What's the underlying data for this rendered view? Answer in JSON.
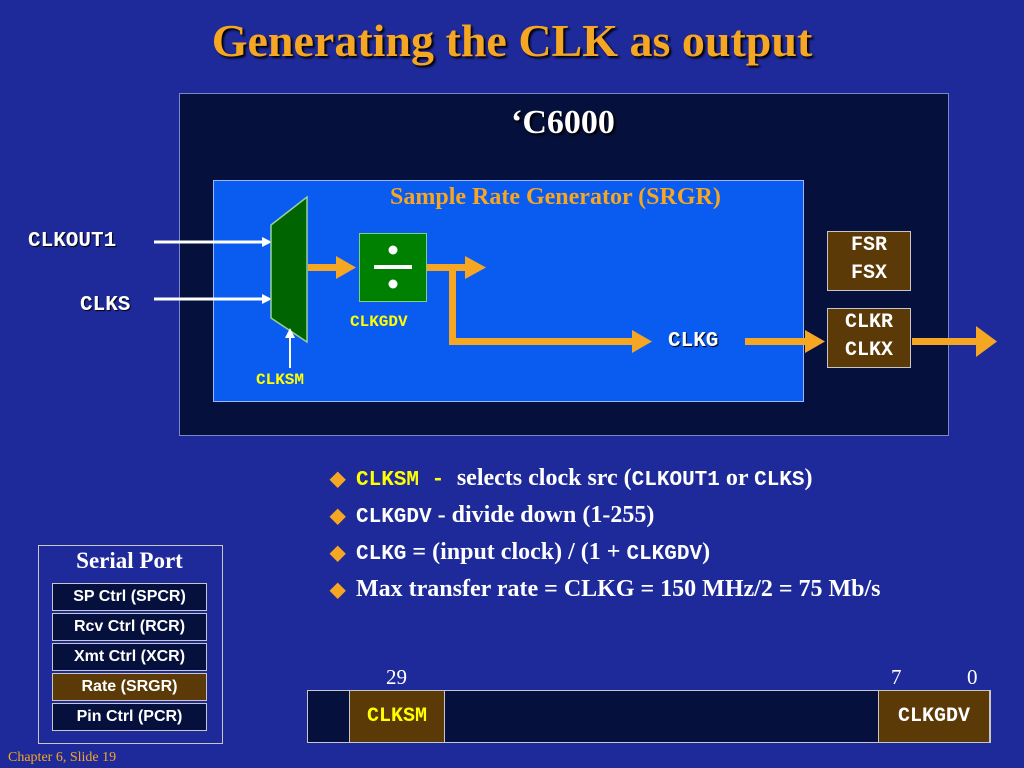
{
  "title": "Generating the CLK as output",
  "processor_label": "‘C6000",
  "srgr": {
    "label": "Sample Rate Generator (SRGR)",
    "divider_symbol": "÷",
    "divider_label": "CLKGDV",
    "mux_select_label": "CLKSM",
    "output_label": "CLKG"
  },
  "inputs": [
    "CLKOUT1",
    "CLKS"
  ],
  "registers": [
    {
      "line1": "FSR",
      "line2": "FSX"
    },
    {
      "line1": "CLKR",
      "line2": "CLKX"
    }
  ],
  "bullets": [
    {
      "m1": "CLKSM",
      "t1": " - ",
      "t2": " selects clock src (",
      "m2": "CLKOUT1",
      "t3": " or ",
      "m3": "CLKS",
      "t4": ")"
    },
    {
      "m1": "CLKGDV",
      "t1": " - divide down (1-255)"
    },
    {
      "m1": "CLKG",
      "t1": " = (input clock) / (1 + ",
      "m2": "CLKGDV",
      "t2": ")"
    },
    {
      "t1": "Max transfer rate = CLKG = 150 MHz/2 = 75 Mb/s"
    }
  ],
  "serial_port": {
    "title": "Serial Port",
    "items": [
      "SP Ctrl (SPCR)",
      "Rcv Ctrl (RCR)",
      "Xmt Ctrl (XCR)",
      "Rate (SRGR)",
      "Pin Ctrl (PCR)"
    ],
    "highlighted": "Rate (SRGR)"
  },
  "bit_register": {
    "bit_numbers": [
      "29",
      "7",
      "0"
    ],
    "fields": [
      "CLKSM",
      "CLKGDV"
    ]
  },
  "colors": {
    "background": "#1f2a9a",
    "title": "#f5a623",
    "srgr_fill": "#0a5cf0",
    "mux_fill": "#006400",
    "register_fill": "#5b3a07",
    "arrow": "#f5a623",
    "highlight_text": "#ffff00"
  },
  "footer": "Chapter 6, Slide 19"
}
